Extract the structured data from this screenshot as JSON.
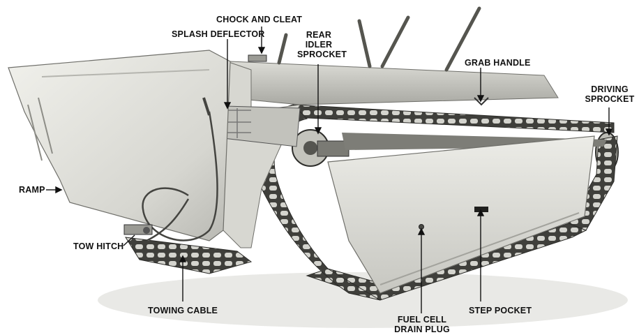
{
  "figure": {
    "labels": {
      "chock_and_cleat": "CHOCK AND CLEAT",
      "splash_deflector": "SPLASH DEFLECTOR",
      "rear_idler_sprocket": [
        "REAR",
        "IDLER",
        "SPROCKET"
      ],
      "grab_handle": "GRAB HANDLE",
      "driving_sprocket": [
        "DRIVING",
        "SPROCKET"
      ],
      "ramp": "RAMP",
      "tow_hitch": "TOW HITCH",
      "towing_cable": "TOWING CABLE",
      "fuel_cell_drain_plug": [
        "FUEL CELL",
        "DRAIN PLUG"
      ],
      "step_pocket": "STEP POCKET"
    }
  },
  "colors": {
    "hull_light": "#e6e6e1",
    "hull_mid": "#c9c9c3",
    "hull_shadow": "#8f8f89",
    "track_dark": "#3b3b38",
    "track_light": "#d8d8d2",
    "label_text": "#111111",
    "leader_line": "#111111"
  }
}
